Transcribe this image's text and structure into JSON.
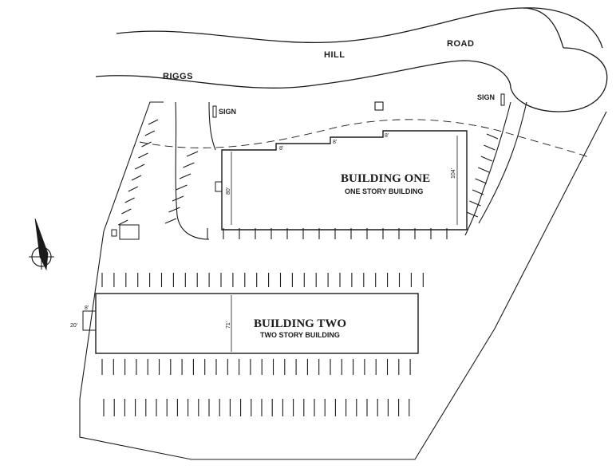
{
  "road": {
    "words": [
      "RIGGS",
      "HILL",
      "ROAD"
    ]
  },
  "signs": [
    "SIGN",
    "SIGN"
  ],
  "building_one": {
    "title": "BUILDING ONE",
    "subtitle": "ONE STORY BUILDING",
    "dims": {
      "depth_left": "80'",
      "depth_right": "104'",
      "step_a": "8'",
      "step_b": "8'",
      "step_c": "8'"
    }
  },
  "building_two": {
    "title": "BUILDING TWO",
    "subtitle": "TWO STORY BUILDING",
    "dims": {
      "depth": "71'",
      "annex_w": "8'",
      "annex_h": "20'"
    }
  },
  "colors": {
    "ink": "#1a1a1a",
    "background": "#ffffff"
  },
  "icons": {
    "compass": "north-arrow-icon"
  }
}
